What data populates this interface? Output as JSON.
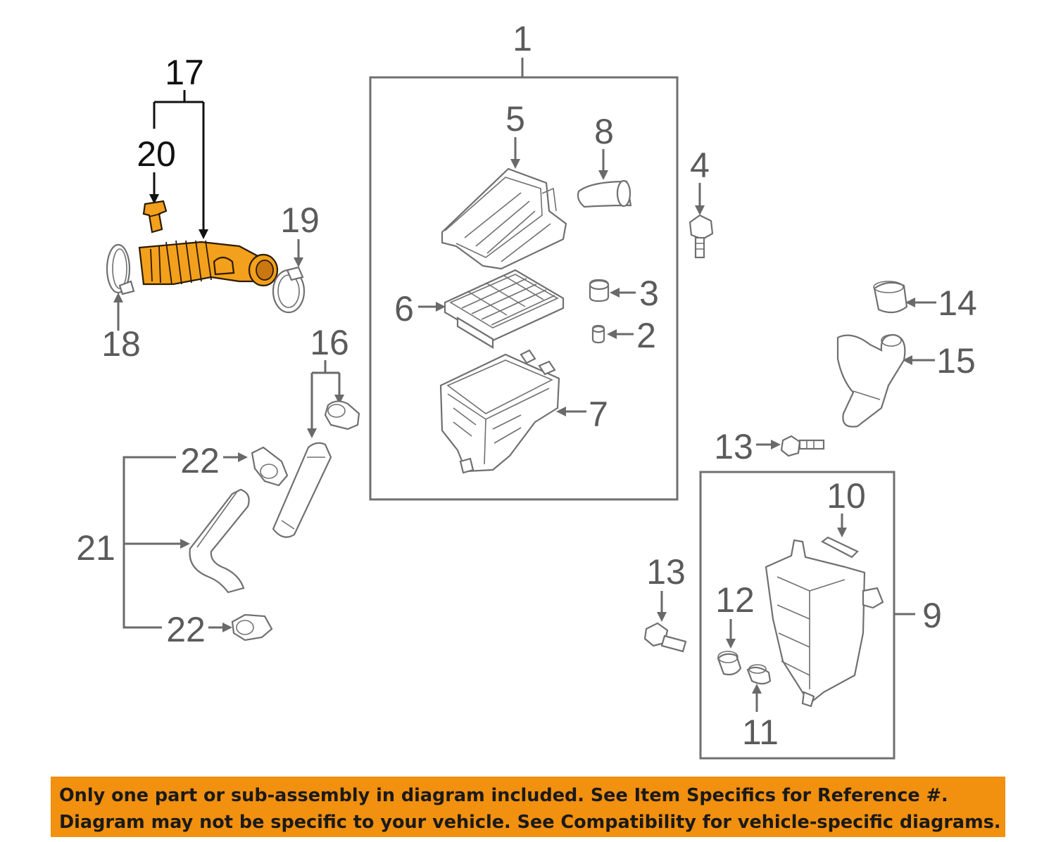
{
  "callouts": {
    "c1": "1",
    "c2": "2",
    "c3": "3",
    "c4": "4",
    "c5": "5",
    "c6": "6",
    "c7": "7",
    "c8": "8",
    "c9": "9",
    "c10": "10",
    "c11": "11",
    "c12": "12",
    "c13a": "13",
    "c13b": "13",
    "c14": "14",
    "c15": "15",
    "c16": "16",
    "c17": "17",
    "c18": "18",
    "c19": "19",
    "c20": "20",
    "c21": "21",
    "c22a": "22",
    "c22b": "22"
  },
  "colors": {
    "highlight_part": "#f3a01c",
    "notice_background": "#f2900f",
    "part_outline": "#707070"
  },
  "notice": {
    "line1": "Only one part or sub-assembly in diagram included. See Item Specifics for Reference #.",
    "line2": "Diagram may not be specific to your vehicle. See Compatibility for vehicle-specific diagrams."
  }
}
